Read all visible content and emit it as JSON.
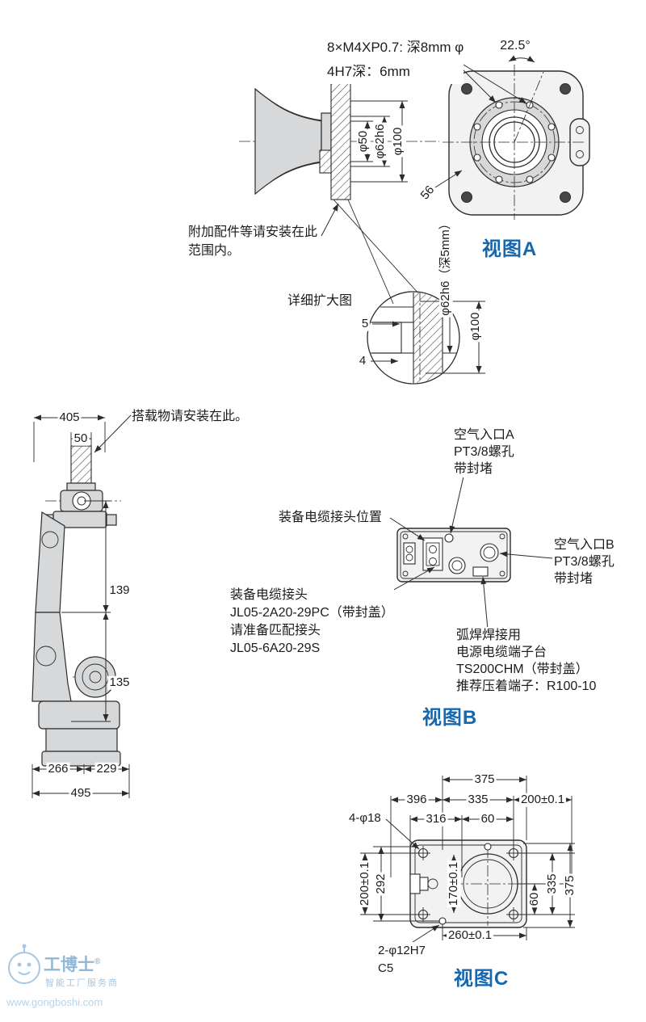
{
  "colors": {
    "accent_blue": "#1567b0",
    "line_dark": "#2c2c2c",
    "gray_fill": "#d7d8d9",
    "watermark_blue": "#a6c6e2"
  },
  "dims": {
    "phi50": "φ50",
    "phi62h6": "φ62h6",
    "phi100": "φ100",
    "phi62_depth": "φ62h6（深5mm）"
  },
  "view_a": {
    "note_line1": "8×M4XP0.7: 深8mm φ",
    "note_line2": "4H7深：6mm",
    "angle": "22.5°",
    "dim_56": "56",
    "title": "视图A"
  },
  "detail_view": {
    "note_line1": "附加配件等请安装在此",
    "note_line2": "范围内。",
    "label": "详细扩大图",
    "dim_5": "5",
    "dim_4": "4"
  },
  "side_view": {
    "note": "搭载物请安装在此。",
    "dim_405": "405",
    "dim_50": "50",
    "dim_139": "139",
    "dim_135": "135",
    "dim_266": "266",
    "dim_229": "229",
    "dim_495": "495"
  },
  "view_b": {
    "air_a_line1": "空气入口A",
    "air_a_line2": "PT3/8螺孔",
    "air_a_line3": "带封堵",
    "cable_pos": "装备电缆接头位置",
    "air_b_line1": "空气入口B",
    "air_b_line2": "PT3/8螺孔",
    "air_b_line3": "带封堵",
    "cable_line1": "装备电缆接头",
    "cable_line2": "JL05-2A20-29PC（带封盖）",
    "cable_line3": "请准备匹配接头",
    "cable_line4": "JL05-6A20-29S",
    "weld_line1": "弧焊焊接用",
    "weld_line2": "电源电缆端子台",
    "weld_line3": "TS200CHM（带封盖）",
    "weld_line4": "推荐压着端子：R100-10",
    "title": "视图B"
  },
  "view_c": {
    "dim_375_top": "375",
    "dim_396": "396",
    "dim_335_top": "335",
    "dim_200_top": "200±0.1",
    "dim_316": "316",
    "dim_60_top": "60",
    "holes_note": "4-φ18",
    "dim_200_left": "200±0.1",
    "dim_292": "292",
    "dim_170": "170±0.1",
    "dim_60_right": "60",
    "dim_335_right": "335",
    "dim_375_right": "375",
    "dim_260_bottom": "260±0.1",
    "dowel_note": "2-φ12H7",
    "chamfer_note": "C5",
    "title": "视图C"
  },
  "watermark": {
    "brand": "工博士",
    "reg": "®",
    "tagline": "智能工厂服务商",
    "url": "www.gongboshi.com"
  }
}
